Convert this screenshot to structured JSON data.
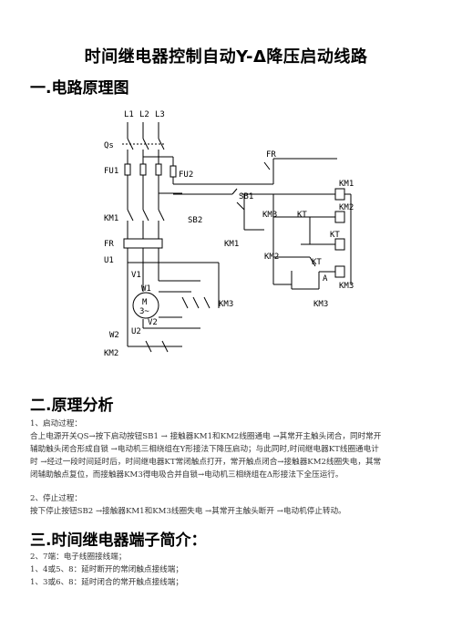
{
  "document": {
    "title": "时间继电器控制自动Y-Δ降压启动线路",
    "section1": {
      "heading": "一.电路原理图"
    },
    "section2": {
      "heading": "二.原理分析",
      "start_label": "1、启动过程：",
      "start_line1": "合上电源开关QS→按下启动按钮SB1 → 接触器KM1和KM2线圈通电 →其常开主触头闭合，同时常开",
      "start_line2": "辅助触头闭合形成自锁 →电动机三相绕组在Y形接法下降压启动；与此同时,时间继电器KT线圈通电计",
      "start_line3": "时 →经过一段时间延时后，时间继电器KT常闭触点打开，常开触点闭合→接触器KM2线圈失电，其常",
      "start_line4": "闭辅助触点复位，而接触器KM3得电吸合并自锁→电动机三相绕组在Δ形接法下全压运行。",
      "stop_label": "2、停止过程：",
      "stop_line1": "按下停止按钮SB2 →接触器KM1和KM3线圈失电 →其常开主触头断开 →电动机停止转动。"
    },
    "section3": {
      "heading": "三.时间继电器端子简介：",
      "line1": "2、7端：电子线圈接线端；",
      "line2": "1、4或5、8：延时断开的常闭触点接线端；",
      "line3": "1、3或6、8：延时闭合的常开触点接线端；"
    }
  },
  "diagram": {
    "labels": {
      "L1": "L1",
      "L2": "L2",
      "L3": "L3",
      "QS": "Qs",
      "FU1": "FU1",
      "FU2": "FU2",
      "FR": "FR",
      "KM1": "KM1",
      "U1": "U1",
      "V1": "V1",
      "W1": "W1",
      "V2": "V2",
      "U2": "U2",
      "W2": "W2",
      "KM2": "KM2",
      "KM3": "KM3",
      "motor_M": "M",
      "motor_3": "3~",
      "SB1": "SB1",
      "SB2": "SB2",
      "KT": "KT",
      "KT_A": "A"
    }
  }
}
